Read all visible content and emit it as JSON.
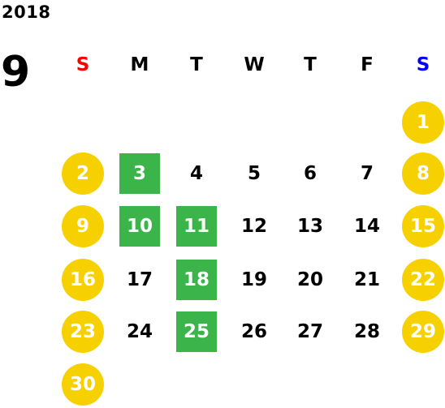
{
  "calendar": {
    "year": "2018",
    "month": "9",
    "weekdays": [
      {
        "label": "S",
        "color": "#ff0000"
      },
      {
        "label": "M",
        "color": "#000000"
      },
      {
        "label": "T",
        "color": "#000000"
      },
      {
        "label": "W",
        "color": "#000000"
      },
      {
        "label": "T",
        "color": "#000000"
      },
      {
        "label": "F",
        "color": "#000000"
      },
      {
        "label": "S",
        "color": "#0000ff"
      }
    ],
    "highlight_colors": {
      "holiday": "#f7d000",
      "marked": "#3bb54a"
    },
    "days": [
      {
        "label": "1",
        "highlight": "holiday"
      },
      {
        "label": "2",
        "highlight": "holiday"
      },
      {
        "label": "3",
        "highlight": "marked"
      },
      {
        "label": "4",
        "highlight": ""
      },
      {
        "label": "5",
        "highlight": ""
      },
      {
        "label": "6",
        "highlight": ""
      },
      {
        "label": "7",
        "highlight": ""
      },
      {
        "label": "8",
        "highlight": "holiday"
      },
      {
        "label": "9",
        "highlight": "holiday"
      },
      {
        "label": "10",
        "highlight": "marked"
      },
      {
        "label": "11",
        "highlight": "marked"
      },
      {
        "label": "12",
        "highlight": ""
      },
      {
        "label": "13",
        "highlight": ""
      },
      {
        "label": "14",
        "highlight": ""
      },
      {
        "label": "15",
        "highlight": "holiday"
      },
      {
        "label": "16",
        "highlight": "holiday"
      },
      {
        "label": "17",
        "highlight": ""
      },
      {
        "label": "18",
        "highlight": "marked"
      },
      {
        "label": "19",
        "highlight": ""
      },
      {
        "label": "20",
        "highlight": ""
      },
      {
        "label": "21",
        "highlight": ""
      },
      {
        "label": "22",
        "highlight": "holiday"
      },
      {
        "label": "23",
        "highlight": "holiday"
      },
      {
        "label": "24",
        "highlight": ""
      },
      {
        "label": "25",
        "highlight": "marked"
      },
      {
        "label": "26",
        "highlight": ""
      },
      {
        "label": "27",
        "highlight": ""
      },
      {
        "label": "28",
        "highlight": ""
      },
      {
        "label": "29",
        "highlight": "holiday"
      },
      {
        "label": "30",
        "highlight": "holiday"
      }
    ]
  }
}
